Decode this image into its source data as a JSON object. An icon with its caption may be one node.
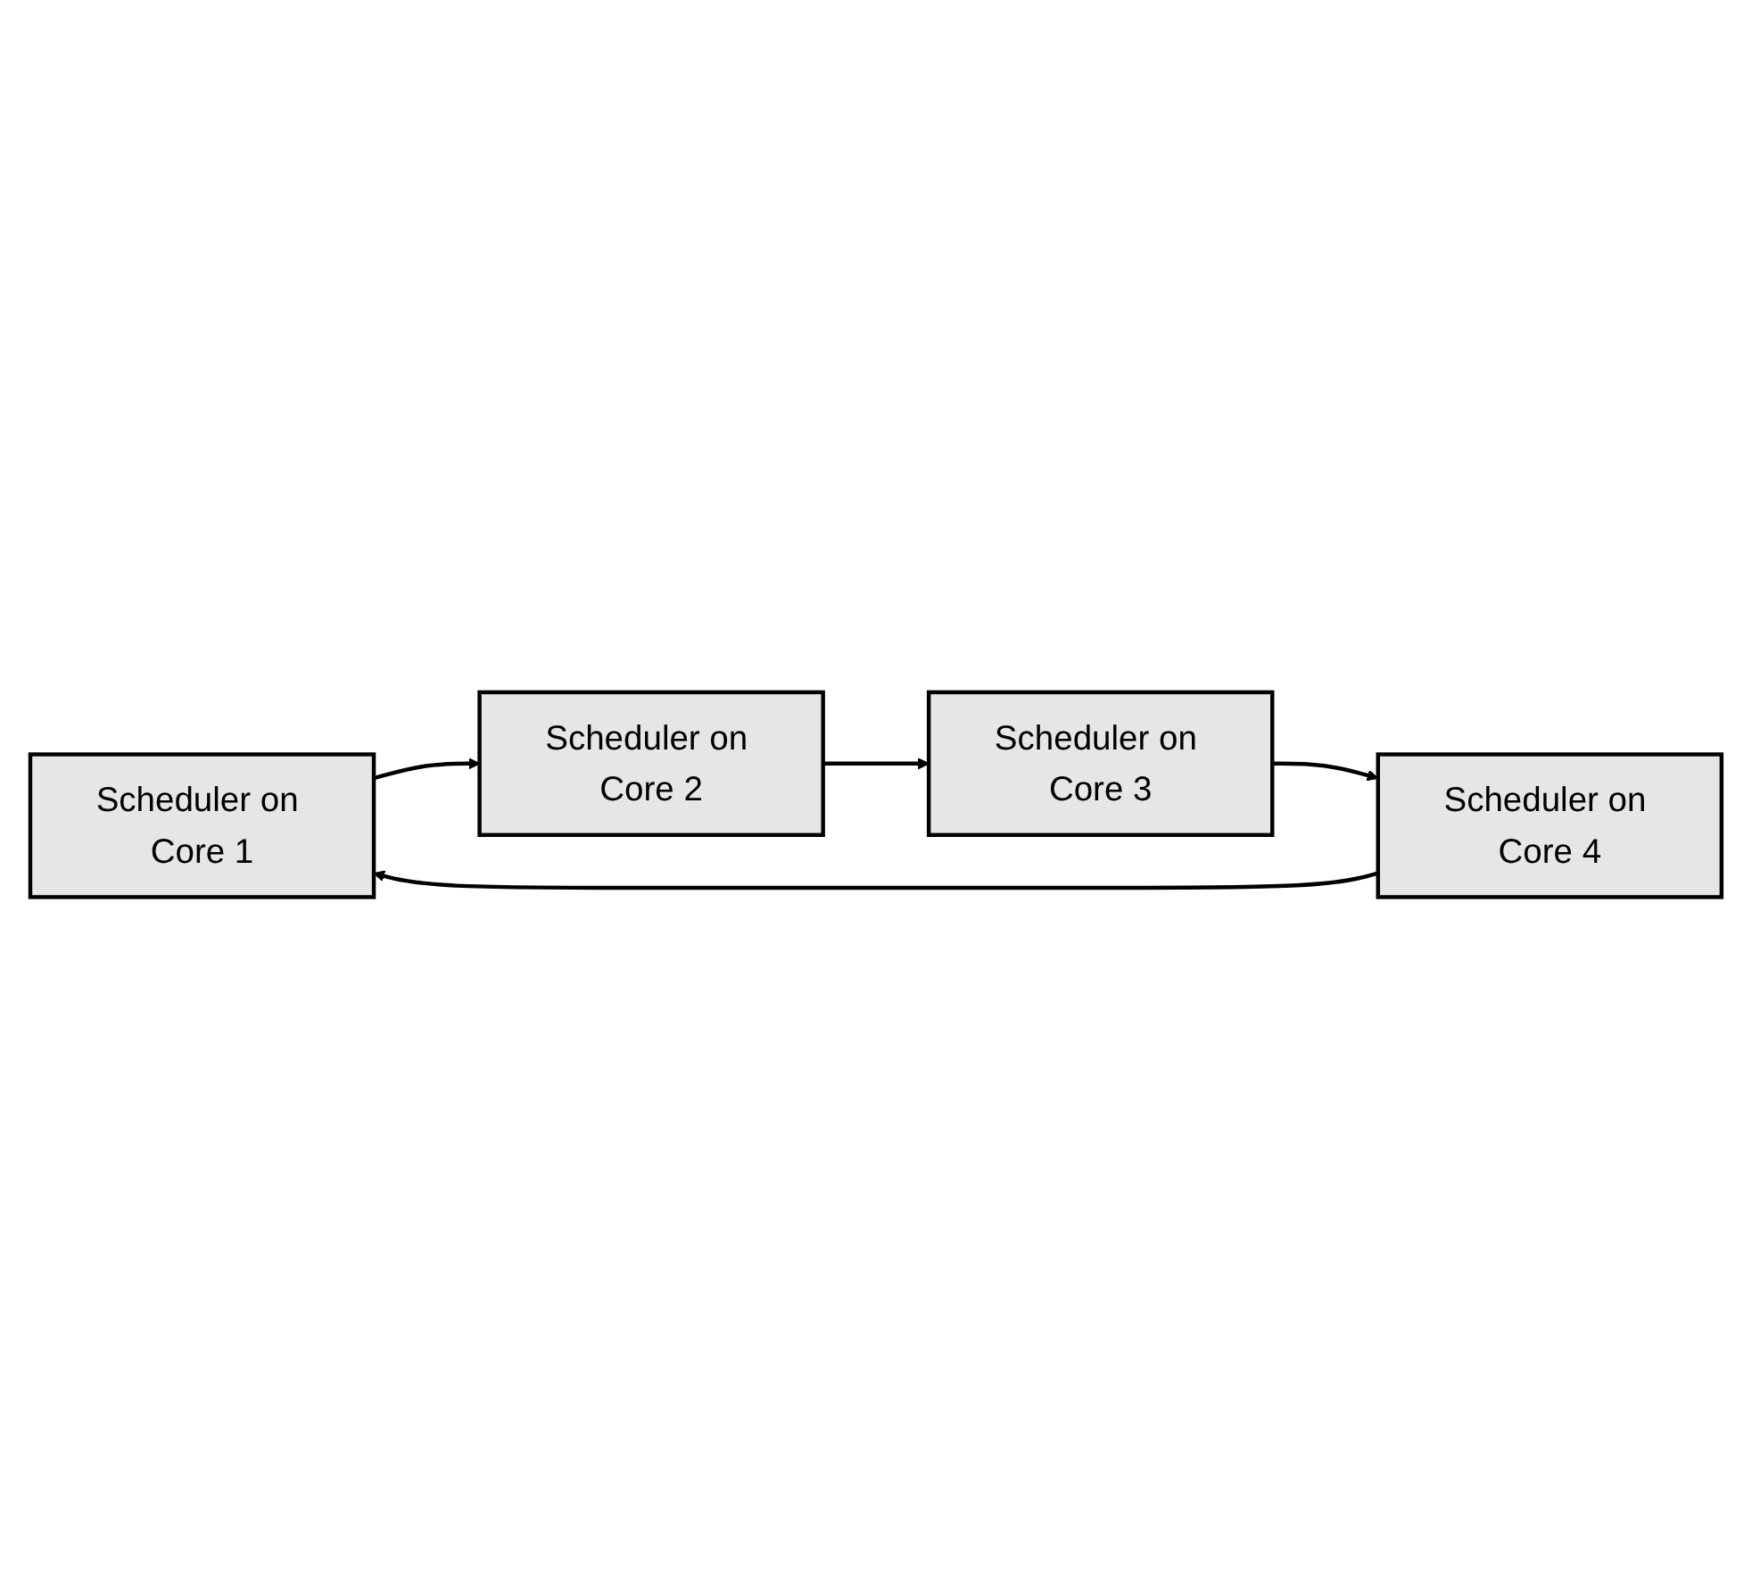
{
  "diagram": {
    "nodes": [
      {
        "text": [
          "Scheduler on Core 1"
        ]
      },
      {
        "text": [
          "Scheduler on Core 2"
        ]
      },
      {
        "text": [
          "Scheduler on Core 3"
        ]
      },
      {
        "text": [
          "Scheduler on Core 4"
        ]
      }
    ],
    "edges": [
      {
        "from": 0,
        "to": 1,
        "arrow": "to"
      },
      {
        "from": 1,
        "to": 2,
        "arrow": "to"
      },
      {
        "from": 2,
        "to": 3,
        "arrow": "to"
      },
      {
        "from": 3,
        "to": 0,
        "arrow": "to"
      }
    ]
  }
}
